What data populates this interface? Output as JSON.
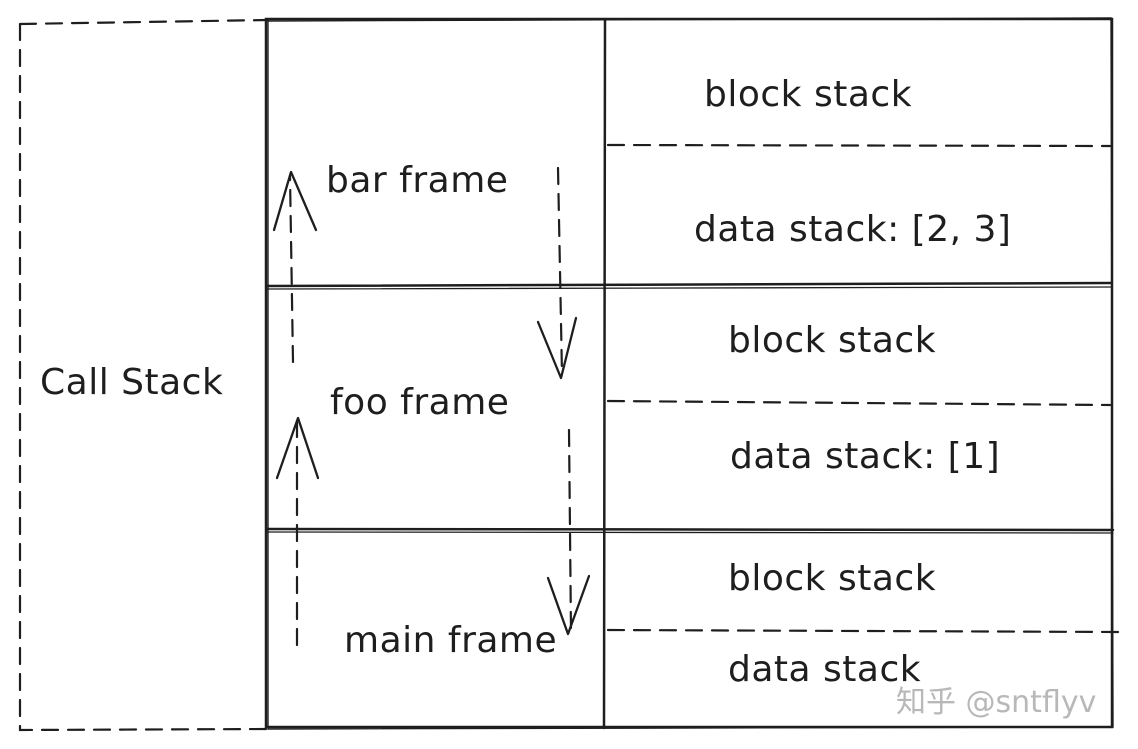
{
  "call_stack": {
    "label": "Call Stack"
  },
  "frames": [
    {
      "name": "bar frame",
      "block_stack_label": "block stack",
      "data_stack_label": "data stack: [2, 3]"
    },
    {
      "name": "foo frame",
      "block_stack_label": "block stack",
      "data_stack_label": "data stack: [1]"
    },
    {
      "name": "main frame",
      "block_stack_label": "block stack",
      "data_stack_label": "data stack"
    }
  ],
  "watermark": "知乎 @sntflyv"
}
